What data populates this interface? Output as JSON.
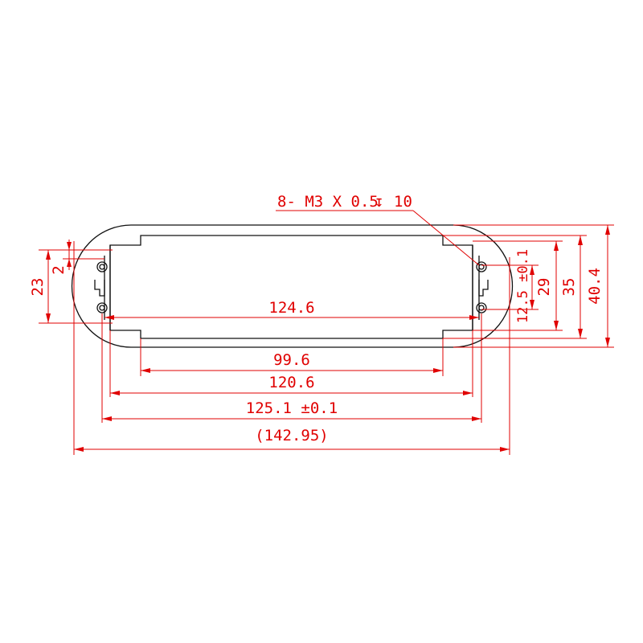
{
  "drawing": {
    "note": "8- M3 X 0.5",
    "note_depth_symbol": "↧",
    "note_depth_value": "10",
    "dims": {
      "inner_span": "124.6",
      "slot_width": "99.6",
      "rail_span": "120.6",
      "hole_span": "125.1 ±0.1",
      "overall_width": "(142.95)",
      "hole_pitch_left": "23",
      "small_offset": "2",
      "hole_pitch_right": "12.5 ±0.1",
      "inner_height": "29",
      "mid_height": "35",
      "overall_height": "40.4"
    },
    "colors": {
      "dimension": "#e00000",
      "outline": "#111111",
      "background": "#ffffff"
    }
  }
}
